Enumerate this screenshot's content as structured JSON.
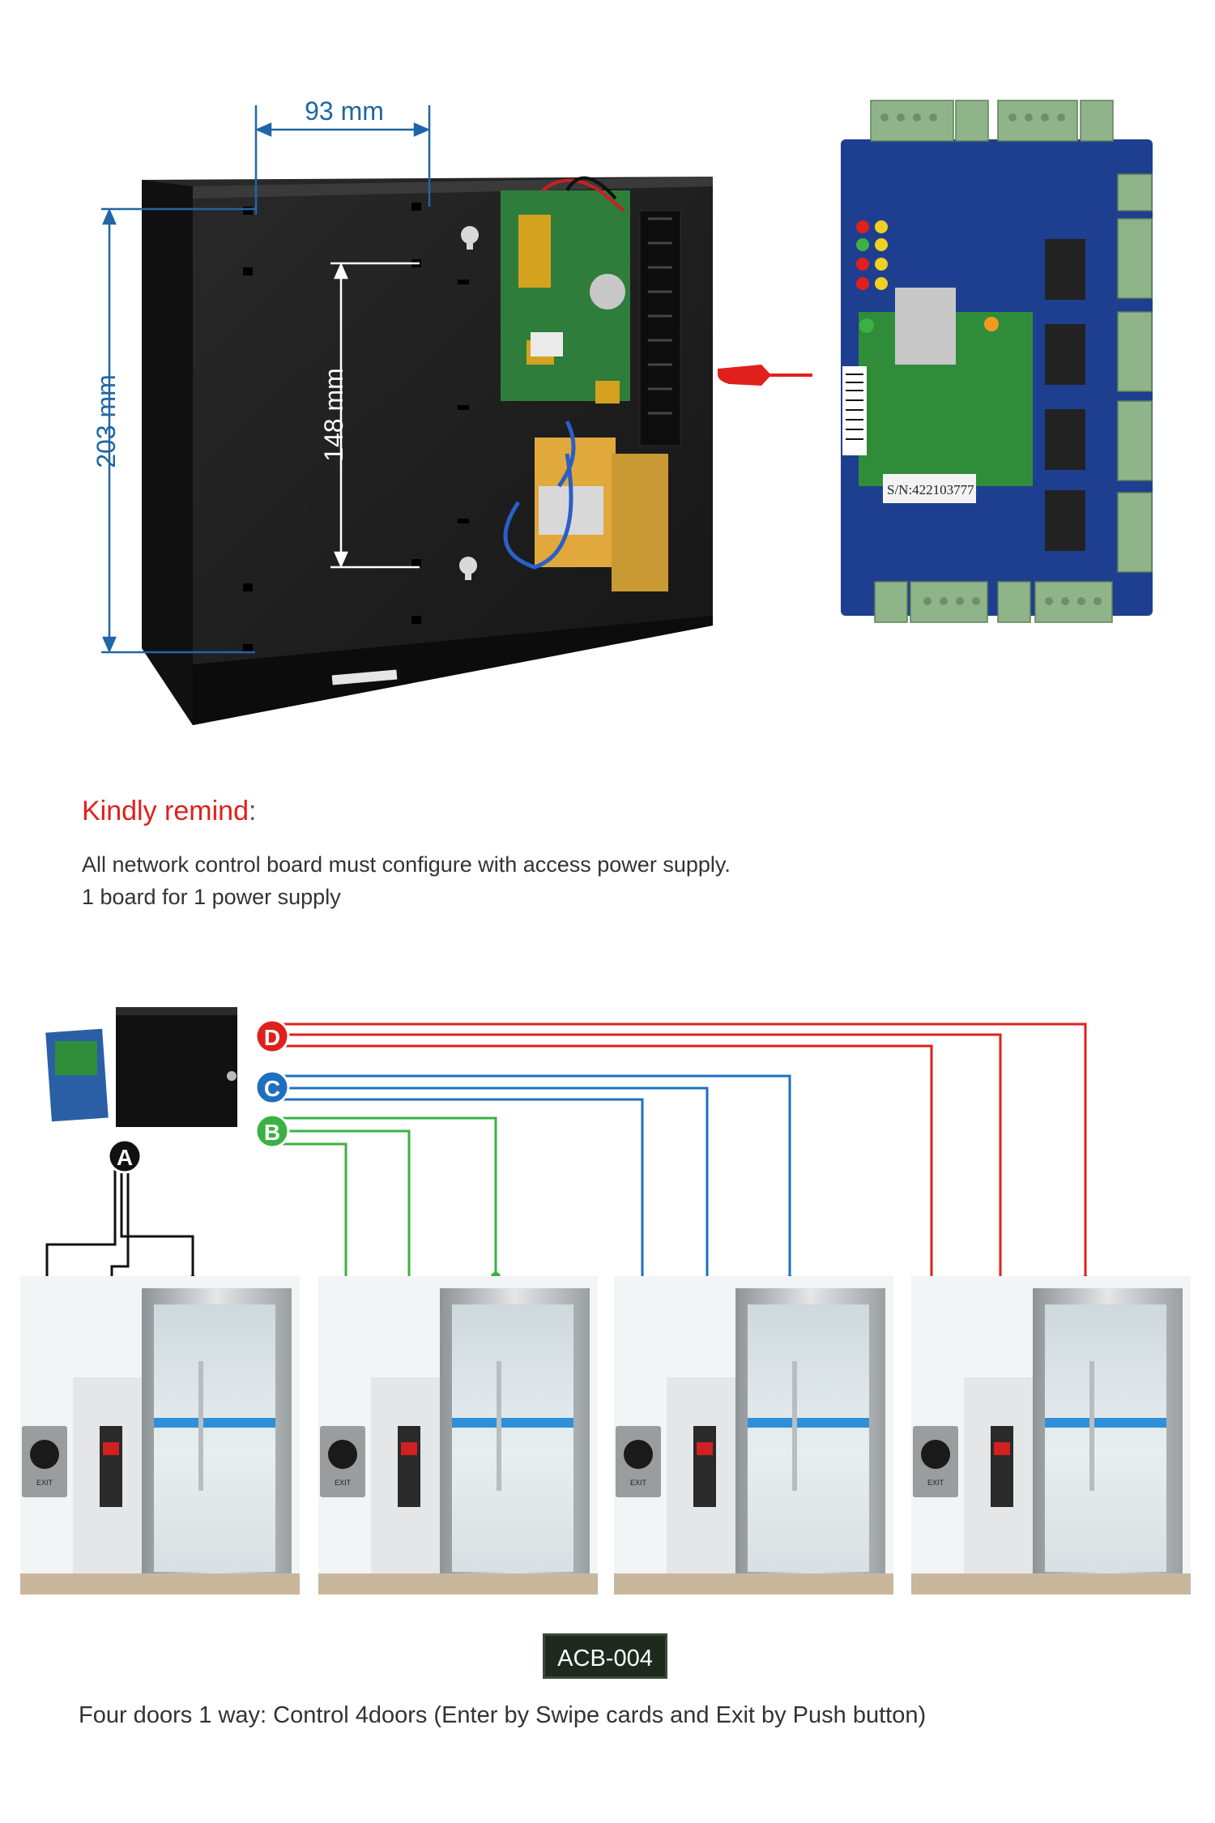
{
  "dimensions": {
    "width_label": "93 mm",
    "height_label": "203 mm",
    "inner_label": "148 mm"
  },
  "board": {
    "serial_label": "S/N:422103777"
  },
  "remind": {
    "title": "Kindly remind",
    "colon": ":",
    "line1": "All network control board must configure with access power supply.",
    "line2": "1 board for 1 power supply"
  },
  "wiring": {
    "markers": [
      "A",
      "B",
      "C",
      "D"
    ],
    "colors": {
      "A": "#111111",
      "B": "#3cb043",
      "C": "#1f6fc0",
      "D": "#e0201c"
    },
    "exit_label": "EXIT"
  },
  "model": "ACB-004",
  "caption": "Four doors 1 way: Control 4doors (Enter by Swipe cards and Exit by Push button)"
}
